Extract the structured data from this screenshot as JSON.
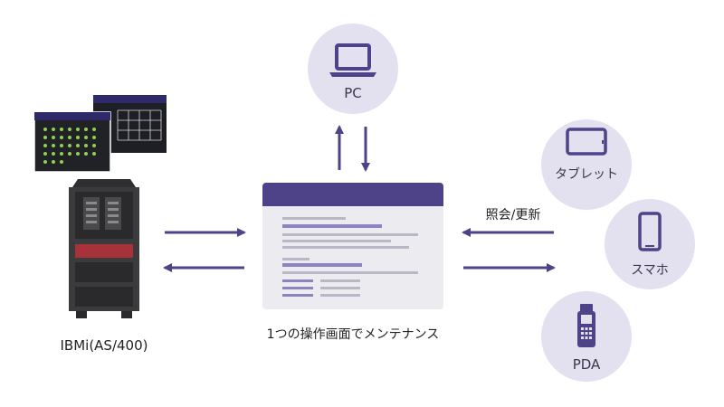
{
  "labels": {
    "server": "IBMi(AS/400)",
    "center": "1つの操作画面でメンテナンス",
    "sync": "照会/更新"
  },
  "devices": [
    {
      "name": "PC",
      "icon": "laptop-icon"
    },
    {
      "name": "タブレット",
      "icon": "tablet-icon"
    },
    {
      "name": "スマホ",
      "icon": "smartphone-icon"
    },
    {
      "name": "PDA",
      "icon": "handheld-scanner-icon"
    }
  ],
  "colors": {
    "accent": "#4e4289",
    "circle": "#e3e0ef",
    "screen_bg": "#ececf0",
    "server_dark": "#2d2d2f",
    "server_red": "#a8323a",
    "terminal_dot": "#8fd14f"
  }
}
